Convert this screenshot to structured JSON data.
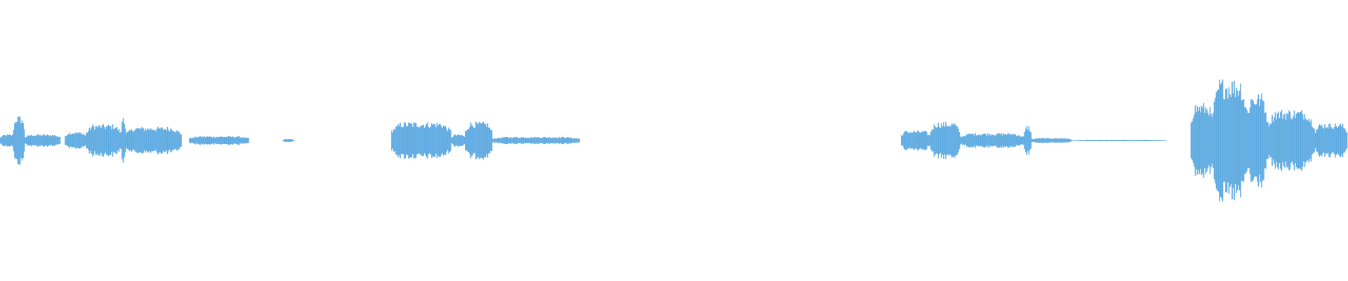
{
  "waveform": {
    "color": "#5DAAE2",
    "background": "#FFFFFF",
    "duration_fraction_segments": [
      {
        "start": 0.0,
        "end": 0.018,
        "amplitude": 0.05
      },
      {
        "start": 0.01,
        "end": 0.018,
        "amplitude": 0.2
      },
      {
        "start": 0.018,
        "end": 0.045,
        "amplitude": 0.05
      },
      {
        "start": 0.048,
        "end": 0.064,
        "amplitude": 0.07
      },
      {
        "start": 0.064,
        "end": 0.09,
        "amplitude": 0.13
      },
      {
        "start": 0.09,
        "end": 0.093,
        "amplitude": 0.22
      },
      {
        "start": 0.093,
        "end": 0.135,
        "amplitude": 0.11
      },
      {
        "start": 0.14,
        "end": 0.185,
        "amplitude": 0.035
      },
      {
        "start": 0.21,
        "end": 0.218,
        "amplitude": 0.012
      },
      {
        "start": 0.29,
        "end": 0.335,
        "amplitude": 0.15
      },
      {
        "start": 0.335,
        "end": 0.345,
        "amplitude": 0.05
      },
      {
        "start": 0.345,
        "end": 0.365,
        "amplitude": 0.15
      },
      {
        "start": 0.365,
        "end": 0.43,
        "amplitude": 0.03
      },
      {
        "start": 0.668,
        "end": 0.69,
        "amplitude": 0.08
      },
      {
        "start": 0.69,
        "end": 0.712,
        "amplitude": 0.15
      },
      {
        "start": 0.712,
        "end": 0.76,
        "amplitude": 0.06
      },
      {
        "start": 0.76,
        "end": 0.765,
        "amplitude": 0.12
      },
      {
        "start": 0.765,
        "end": 0.795,
        "amplitude": 0.02
      },
      {
        "start": 0.795,
        "end": 0.865,
        "amplitude": 0.006
      },
      {
        "start": 0.883,
        "end": 0.9,
        "amplitude": 0.3
      },
      {
        "start": 0.9,
        "end": 0.925,
        "amplitude": 0.5
      },
      {
        "start": 0.925,
        "end": 0.94,
        "amplitude": 0.38
      },
      {
        "start": 0.94,
        "end": 0.975,
        "amplitude": 0.25
      },
      {
        "start": 0.975,
        "end": 1.0,
        "amplitude": 0.14
      }
    ]
  }
}
